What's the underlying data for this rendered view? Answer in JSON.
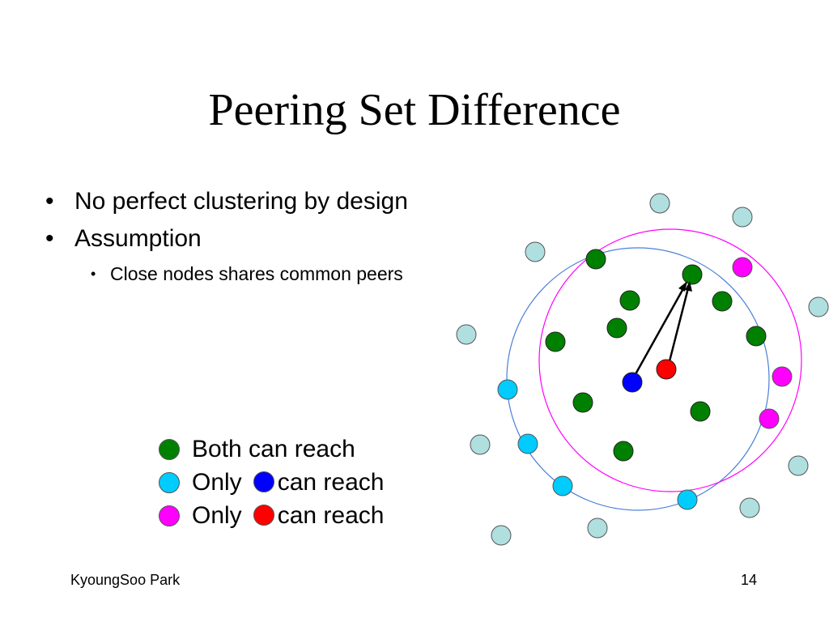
{
  "title": "Peering Set Difference",
  "bullets": [
    {
      "text": "No perfect clustering by design"
    },
    {
      "text": "Assumption"
    }
  ],
  "sub_bullets": [
    {
      "text": "Close nodes shares common peers"
    }
  ],
  "legend": [
    {
      "label": "Both can reach",
      "color": "#008000"
    },
    {
      "prefix": "Only",
      "inline_color": "#0000ff",
      "suffix": "can reach",
      "color": "#00ccff"
    },
    {
      "prefix": "Only",
      "inline_color": "#ff0000",
      "suffix": "can reach",
      "color": "#ff00ff"
    }
  ],
  "colors": {
    "both": "#008000",
    "only_blue": "#00ccff",
    "only_red": "#ff00ff",
    "outside": "#b0dfe0",
    "blue_node": "#0000ff",
    "red_node": "#ff0000",
    "blue_circle": "#4a7fd8",
    "red_circle": "#ff00ff"
  },
  "footer": {
    "author": "KyoungSoo Park",
    "page": "14"
  }
}
